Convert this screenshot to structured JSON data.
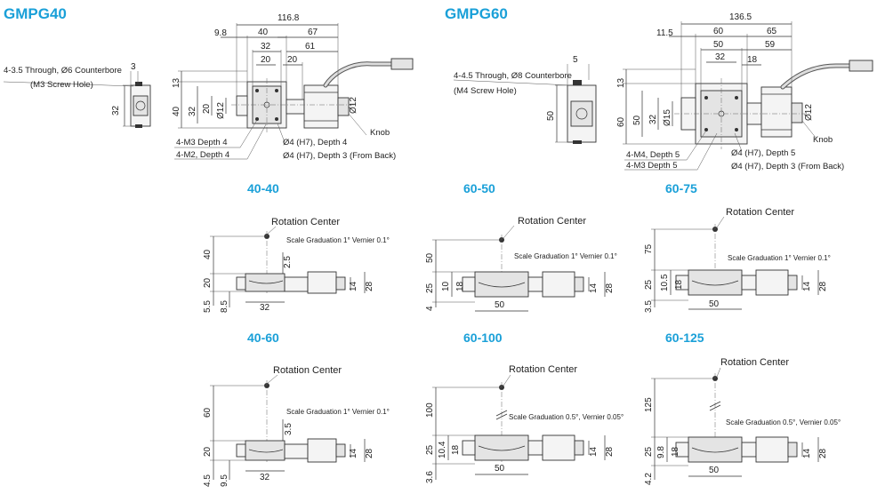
{
  "gmpg40": {
    "title": "GMPG40",
    "dims": {
      "total": "116.8",
      "left": "9.8",
      "d40": "40",
      "d67": "67",
      "d32": "32",
      "d61": "61",
      "d20a": "20",
      "d20b": "20",
      "side3": "3",
      "side32": "32",
      "h13": "13",
      "h40": "40",
      "h32": "32",
      "h20": "20",
      "phi12a": "Ø12",
      "phi12b": "Ø12"
    },
    "notes": {
      "thru": "4-3.5 Through, Ø6 Counterbore",
      "screw": "(M3 Screw Hole)",
      "m3": "4-M3 Depth 4",
      "m2": "4-M2, Depth 4",
      "pin4": "Ø4 (H7), Depth 4",
      "pinBack": "Ø4 (H7), Depth 3 (From Back)",
      "knob": "Knob"
    }
  },
  "gmpg60": {
    "title": "GMPG60",
    "dims": {
      "total": "136.5",
      "left": "11.5",
      "d60": "60",
      "d65": "65",
      "d50": "50",
      "d59": "59",
      "d32": "32",
      "d18": "18",
      "side5": "5",
      "side50": "50",
      "h13": "13",
      "h60": "60",
      "h50": "50",
      "h32": "32",
      "phi15": "Ø15",
      "phi12": "Ø12"
    },
    "notes": {
      "thru": "4-4.5 Through, Ø8 Counterbore",
      "screw": "(M4 Screw Hole)",
      "m4": "4-M4, Depth 5",
      "m3": "4-M3 Depth 5",
      "pin4": "Ø4 (H7), Depth 5",
      "pinBack": "Ø4 (H7), Depth 3 (From Back)",
      "knob": "Knob"
    }
  },
  "variants": [
    {
      "code": "40-40",
      "rotationCenter": "Rotation Center",
      "scale": "Scale Graduation 1° Vernier 0.1°",
      "r": "40",
      "h": "20",
      "low": "5.5",
      "off": "8.5",
      "inner": "2.5",
      "width": "32",
      "d14": "14",
      "d28": "28"
    },
    {
      "code": "60-50",
      "rotationCenter": "Rotation Center",
      "scale": "Scale Graduation 1° Vernier 0.1°",
      "r": "50",
      "h": "25",
      "mid1": "10",
      "mid2": "18",
      "low": "4",
      "width": "50",
      "d14": "14",
      "d28": "28"
    },
    {
      "code": "60-75",
      "rotationCenter": "Rotation Center",
      "scale": "Scale Graduation 1° Vernier 0.1°",
      "r": "75",
      "h": "25",
      "mid1": "10.5",
      "mid2": "18",
      "low": "3.5",
      "width": "50",
      "d14": "14",
      "d28": "28"
    },
    {
      "code": "40-60",
      "rotationCenter": "Rotation Center",
      "scale": "Scale Graduation 1° Vernier 0.1°",
      "r": "60",
      "h": "20",
      "low": "4.5",
      "off": "9.5",
      "inner": "3.5",
      "width": "32",
      "d14": "14",
      "d28": "28"
    },
    {
      "code": "60-100",
      "rotationCenter": "Rotation Center",
      "scale": "Scale Graduation 0.5°, Vernier 0.05°",
      "r": "100",
      "h": "25",
      "mid1": "10.4",
      "mid2": "18",
      "low": "3.6",
      "width": "50",
      "d14": "14",
      "d28": "28"
    },
    {
      "code": "60-125",
      "rotationCenter": "Rotation Center",
      "scale": "Scale Graduation 0.5°, Vernier 0.05°",
      "r": "125",
      "h": "25",
      "mid1": "9.8",
      "mid2": "18",
      "low": "4.2",
      "width": "50",
      "d14": "14",
      "d28": "28"
    }
  ]
}
